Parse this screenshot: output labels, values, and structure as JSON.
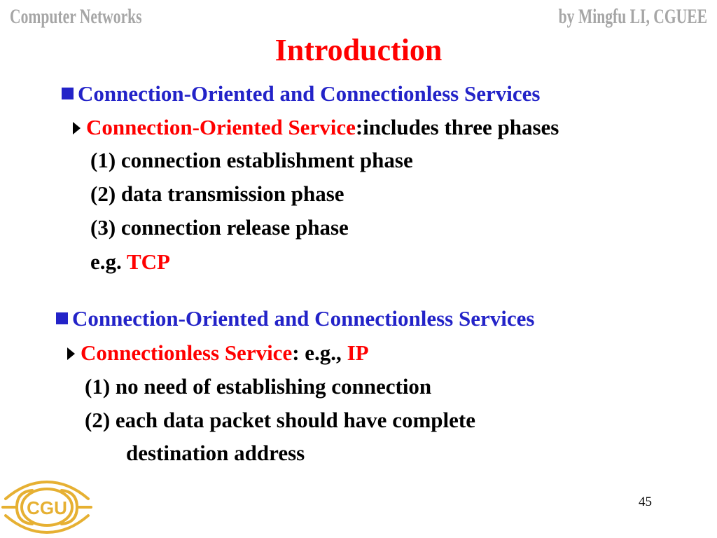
{
  "header": {
    "course": "Computer Networks",
    "author": "by Mingfu LI, CGUEE"
  },
  "title": "Introduction",
  "section1": {
    "heading": "Connection-Oriented and Connectionless Services",
    "sub_term": "Connection-Oriented Service",
    "sub_rest": ":includes three phases",
    "items": [
      "(1) connection establishment phase",
      "(2) data transmission phase",
      "(3) connection release phase"
    ],
    "eg_label": "e.g.",
    "eg_value": "TCP"
  },
  "section2": {
    "heading": "Connection-Oriented and Connectionless Services",
    "sub_term": "Connectionless Service",
    "sub_rest": ": e.g., ",
    "sub_value": "IP",
    "items": [
      "(1) no need of establishing connection",
      "(2) each data packet should have complete",
      "destination address"
    ]
  },
  "logo": {
    "text": "CGU",
    "color": "#e6b032"
  },
  "page_number": "45",
  "colors": {
    "accent_blue": "#2323c8",
    "accent_red": "#ff0000",
    "header_gray": "#a6a6a6"
  }
}
